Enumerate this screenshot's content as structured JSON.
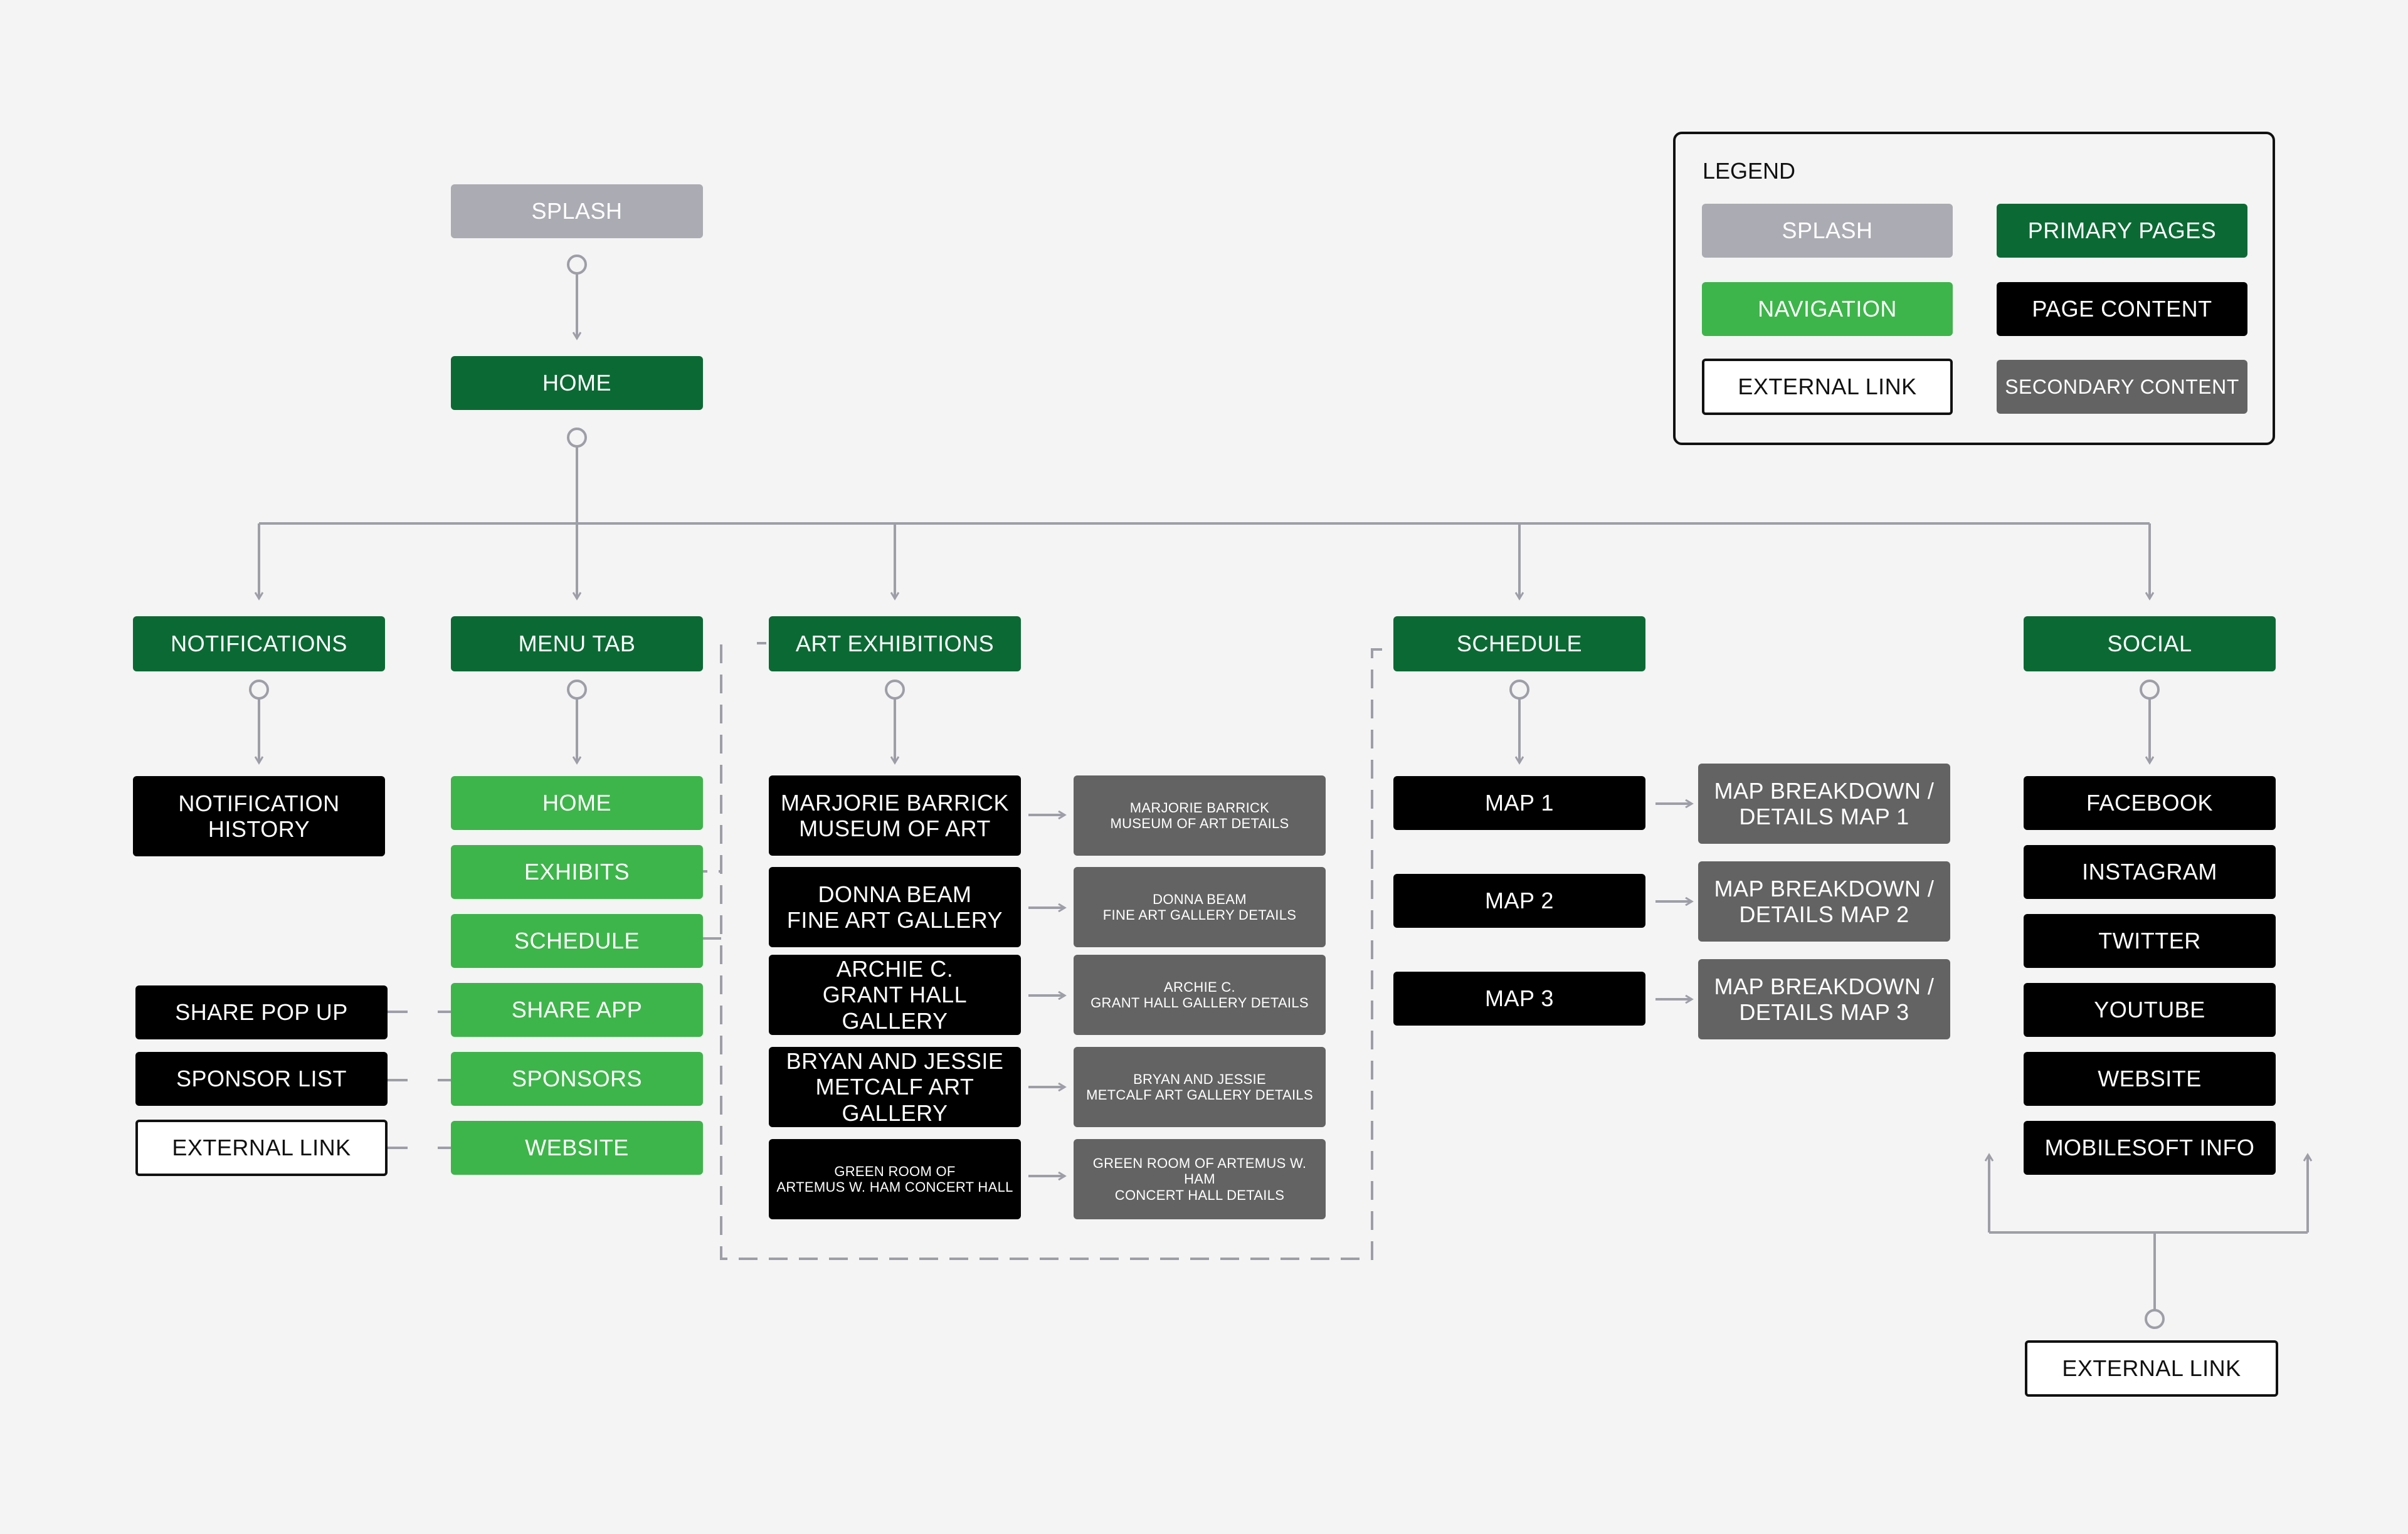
{
  "legend": {
    "title": "LEGEND",
    "items": [
      {
        "label": "SPLASH",
        "kind": "splash"
      },
      {
        "label": "PRIMARY PAGES",
        "kind": "primary"
      },
      {
        "label": "NAVIGATION",
        "kind": "nav"
      },
      {
        "label": "PAGE CONTENT",
        "kind": "content"
      },
      {
        "label": "EXTERNAL LINK",
        "kind": "extern"
      },
      {
        "label": "SECONDARY CONTENT",
        "kind": "second"
      }
    ]
  },
  "top": {
    "splash": "SPLASH",
    "home": "HOME"
  },
  "primary": {
    "notifications": "NOTIFICATIONS",
    "menu_tab": "MENU TAB",
    "art_exhibitions": "ART EXHIBITIONS",
    "schedule": "SCHEDULE",
    "social": "SOCIAL"
  },
  "notifications": {
    "history": "NOTIFICATION\nHISTORY"
  },
  "menu": {
    "items": [
      "HOME",
      "EXHIBITS",
      "SCHEDULE",
      "SHARE APP",
      "SPONSORS",
      "WEBSITE"
    ],
    "share_popup": "SHARE POP UP",
    "sponsor_list": "SPONSOR LIST",
    "external_link": "EXTERNAL LINK"
  },
  "exhibitions": [
    {
      "name": "MARJORIE BARRICK\nMUSEUM OF ART",
      "details": "MARJORIE BARRICK\nMUSEUM OF ART DETAILS"
    },
    {
      "name": "DONNA BEAM\nFINE ART GALLERY",
      "details": "DONNA BEAM\nFINE ART GALLERY DETAILS"
    },
    {
      "name": "ARCHIE C.\nGRANT HALL GALLERY",
      "details": "ARCHIE C.\nGRANT HALL GALLERY DETAILS"
    },
    {
      "name": "BRYAN AND JESSIE\nMETCALF ART GALLERY",
      "details": "BRYAN AND JESSIE\nMETCALF ART GALLERY DETAILS"
    },
    {
      "name": "GREEN ROOM OF\nARTEMUS W. HAM CONCERT HALL",
      "details": "GREEN ROOM OF  ARTEMUS W. HAM\nCONCERT HALL DETAILS"
    }
  ],
  "maps": [
    {
      "name": "MAP 1",
      "details": "MAP BREAKDOWN /\nDETAILS MAP 1"
    },
    {
      "name": "MAP 2",
      "details": "MAP BREAKDOWN /\nDETAILS MAP 2"
    },
    {
      "name": "MAP 3",
      "details": "MAP BREAKDOWN /\nDETAILS MAP 3"
    }
  ],
  "social": {
    "items": [
      "FACEBOOK",
      "INSTAGRAM",
      "TWITTER",
      "YOUTUBE",
      "WEBSITE",
      "MOBILESOFT INFO"
    ],
    "external_link": "EXTERNAL LINK"
  },
  "colors": {
    "splash": "#ababb3",
    "primary": "#0b6a34",
    "navigation": "#3db54a",
    "page_content": "#000000",
    "secondary_content": "#636363",
    "connector": "#9e9ea8",
    "background": "#f4f4f4"
  }
}
